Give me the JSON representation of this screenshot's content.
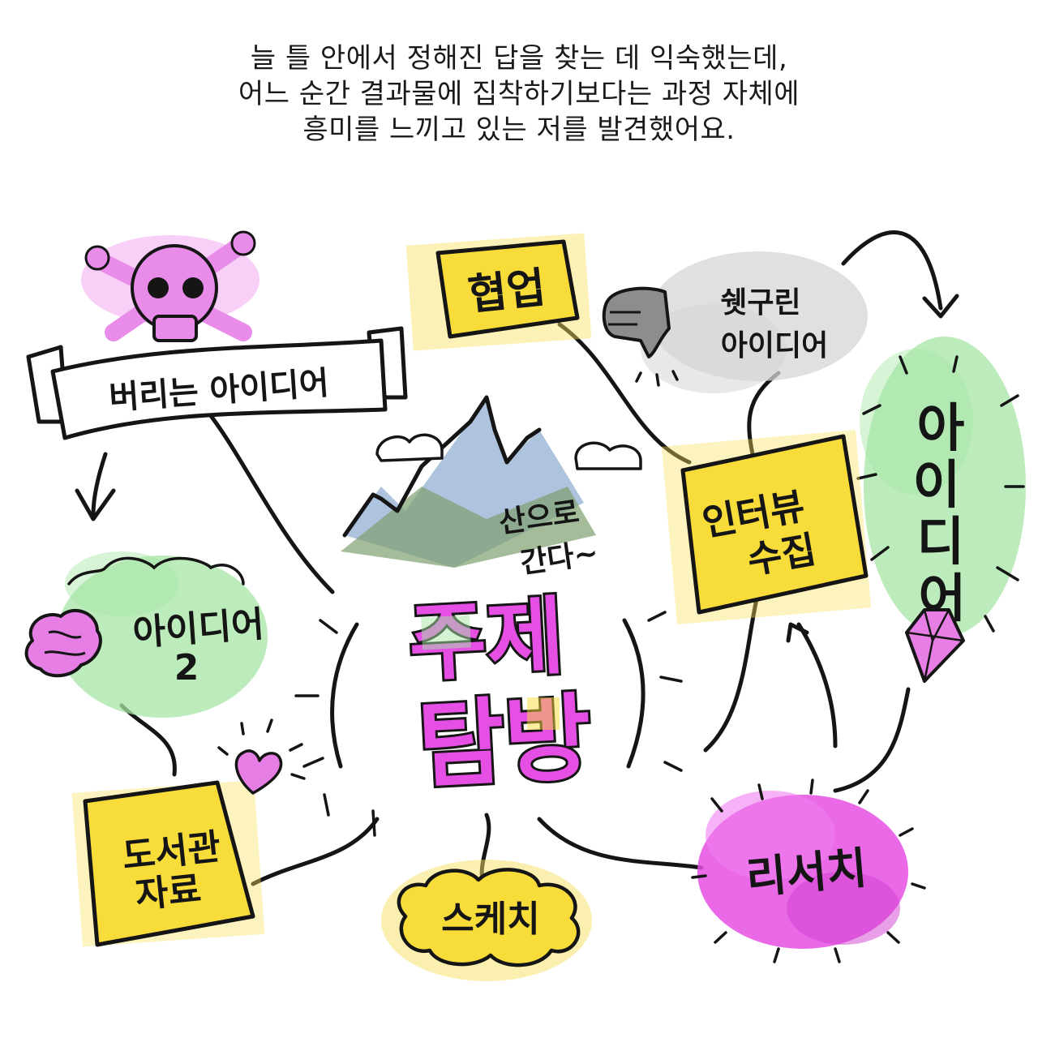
{
  "caption": [
    "늘 틀 안에서 정해진 답을 찾는 데 익숙했는데,",
    "어느 순간 결과물에 집착하기보다는 과정 자체에",
    "흥미를 느끼고 있는 저를 발견했어요."
  ],
  "center": {
    "line1": "주제",
    "line2": "탐방"
  },
  "nodes": {
    "discarded": "버리는 아이디어",
    "collab": "협업",
    "rotten": {
      "line1": "쉣구린",
      "line2": "아이디어"
    },
    "idea_vertical": [
      "아",
      "이",
      "디",
      "어"
    ],
    "interview": {
      "line1": "인터뷰",
      "line2": "수집"
    },
    "mountain_note": {
      "line1": "산으로",
      "line2": "간다~"
    },
    "idea2": {
      "line1": "아이디어",
      "line2": "2"
    },
    "library": {
      "line1": "도서관",
      "line2": "자료"
    },
    "sketch": "스케치",
    "research": "리서치"
  },
  "colors": {
    "yellow": "#f8dc3a",
    "green": "#a6e6a6",
    "pink": "#e67ee6",
    "magenta": "#e54fe3",
    "gray": "#cfcfcf",
    "ink": "#151515"
  },
  "icons": [
    "skull-crossbones-icon",
    "banner-ribbon-icon",
    "mountain-icon",
    "cloud-icon",
    "thumbs-down-icon",
    "brain-icon",
    "heart-icon",
    "diamond-gem-icon"
  ]
}
